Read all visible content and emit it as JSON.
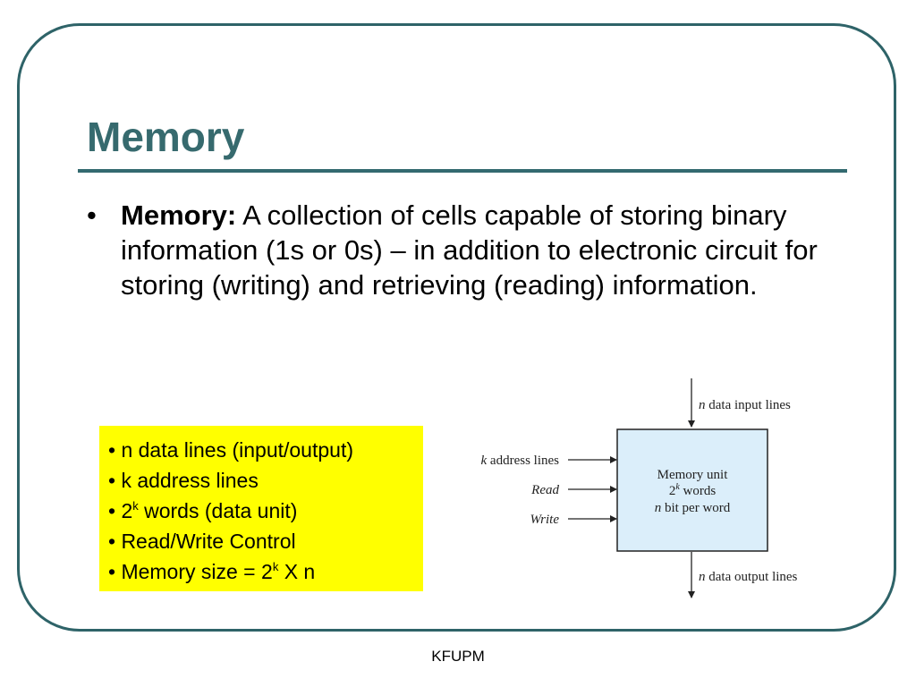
{
  "slide": {
    "title": "Memory",
    "bullet": {
      "marker": "•",
      "term": "Memory:",
      "text": " A collection of cells capable of storing binary information (1s or 0s) – in addition to electronic circuit for storing (writing) and retrieving (reading) information."
    },
    "highlight_box": {
      "color": "#ffff00",
      "items": [
        {
          "text": "• n data lines (input/output)"
        },
        {
          "pre": "• 2",
          "sup": "k",
          "post": " words (data unit)",
          "index": 2
        },
        {
          "text": "• k address lines"
        },
        {
          "text": "• Read/Write Control"
        },
        {
          "pre": "• Memory size = 2",
          "sup": "k",
          "post": " X n"
        }
      ],
      "lines": {
        "l1": "• n data lines (input/output)",
        "l2": "• k address lines",
        "l3_pre": "• 2",
        "l3_sup": "k",
        "l3_post": " words (data unit)",
        "l4": "• Read/Write Control",
        "l5_pre": "• Memory size = 2",
        "l5_sup": "k",
        "l5_post": " X n"
      }
    },
    "diagram": {
      "input_label_var": "n",
      "input_label_text": " data input lines",
      "address_label_var": "k",
      "address_label_text": " address lines",
      "read_label": "Read",
      "write_label": "Write",
      "box_line1": "Memory unit",
      "box_line2_base": "2",
      "box_line2_sup": "k",
      "box_line2_rest": " words",
      "box_line3_var": "n",
      "box_line3_rest": " bit per word",
      "output_label_var": "n",
      "output_label_text": " data output lines",
      "box_fill": "#dbeefa"
    },
    "footer": "KFUPM"
  }
}
